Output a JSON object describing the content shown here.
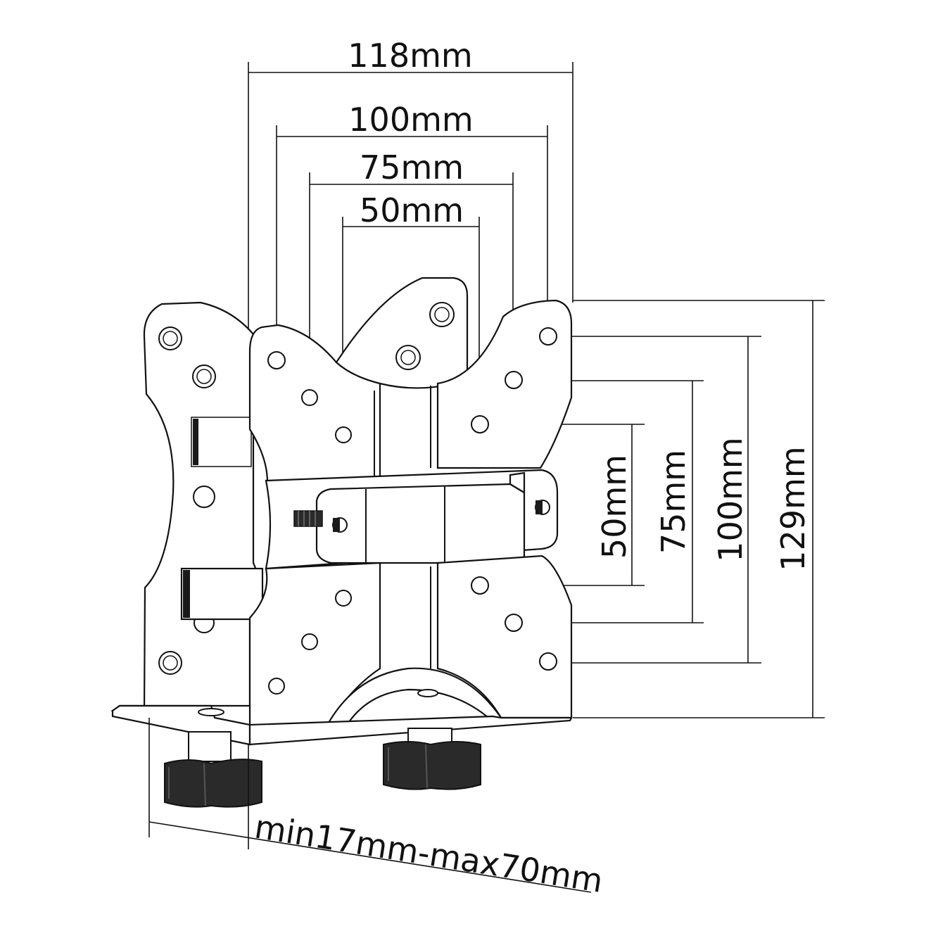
{
  "colors": {
    "line": "#111111",
    "background": "#ffffff"
  },
  "dimensions": {
    "width_118": "118mm",
    "width_100": "100mm",
    "width_75": "75mm",
    "width_50": "50mm",
    "height_50": "50mm",
    "height_75": "75mm",
    "height_100": "100mm",
    "height_129": "129mm",
    "clamp_range": "min17mm-max70mm"
  }
}
